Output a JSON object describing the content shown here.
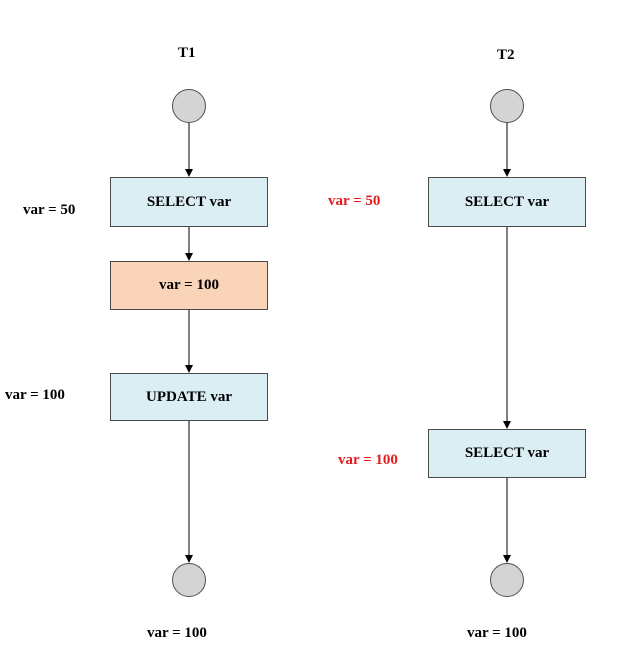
{
  "t1": {
    "title": "T1",
    "steps": [
      "SELECT var",
      "var = 100",
      "UPDATE var"
    ],
    "side_labels": [
      "var = 50",
      "var = 100"
    ],
    "end_label": "var = 100"
  },
  "t2": {
    "title": "T2",
    "steps": [
      "SELECT var",
      "SELECT var"
    ],
    "side_labels": [
      "var = 50",
      "var = 100"
    ],
    "end_label": "var = 100"
  },
  "colors": {
    "step_fill": "#dbeef4",
    "assign_fill": "#f9d4b8",
    "node_fill": "#d4d4d4",
    "highlight_text": "#e8191a"
  }
}
